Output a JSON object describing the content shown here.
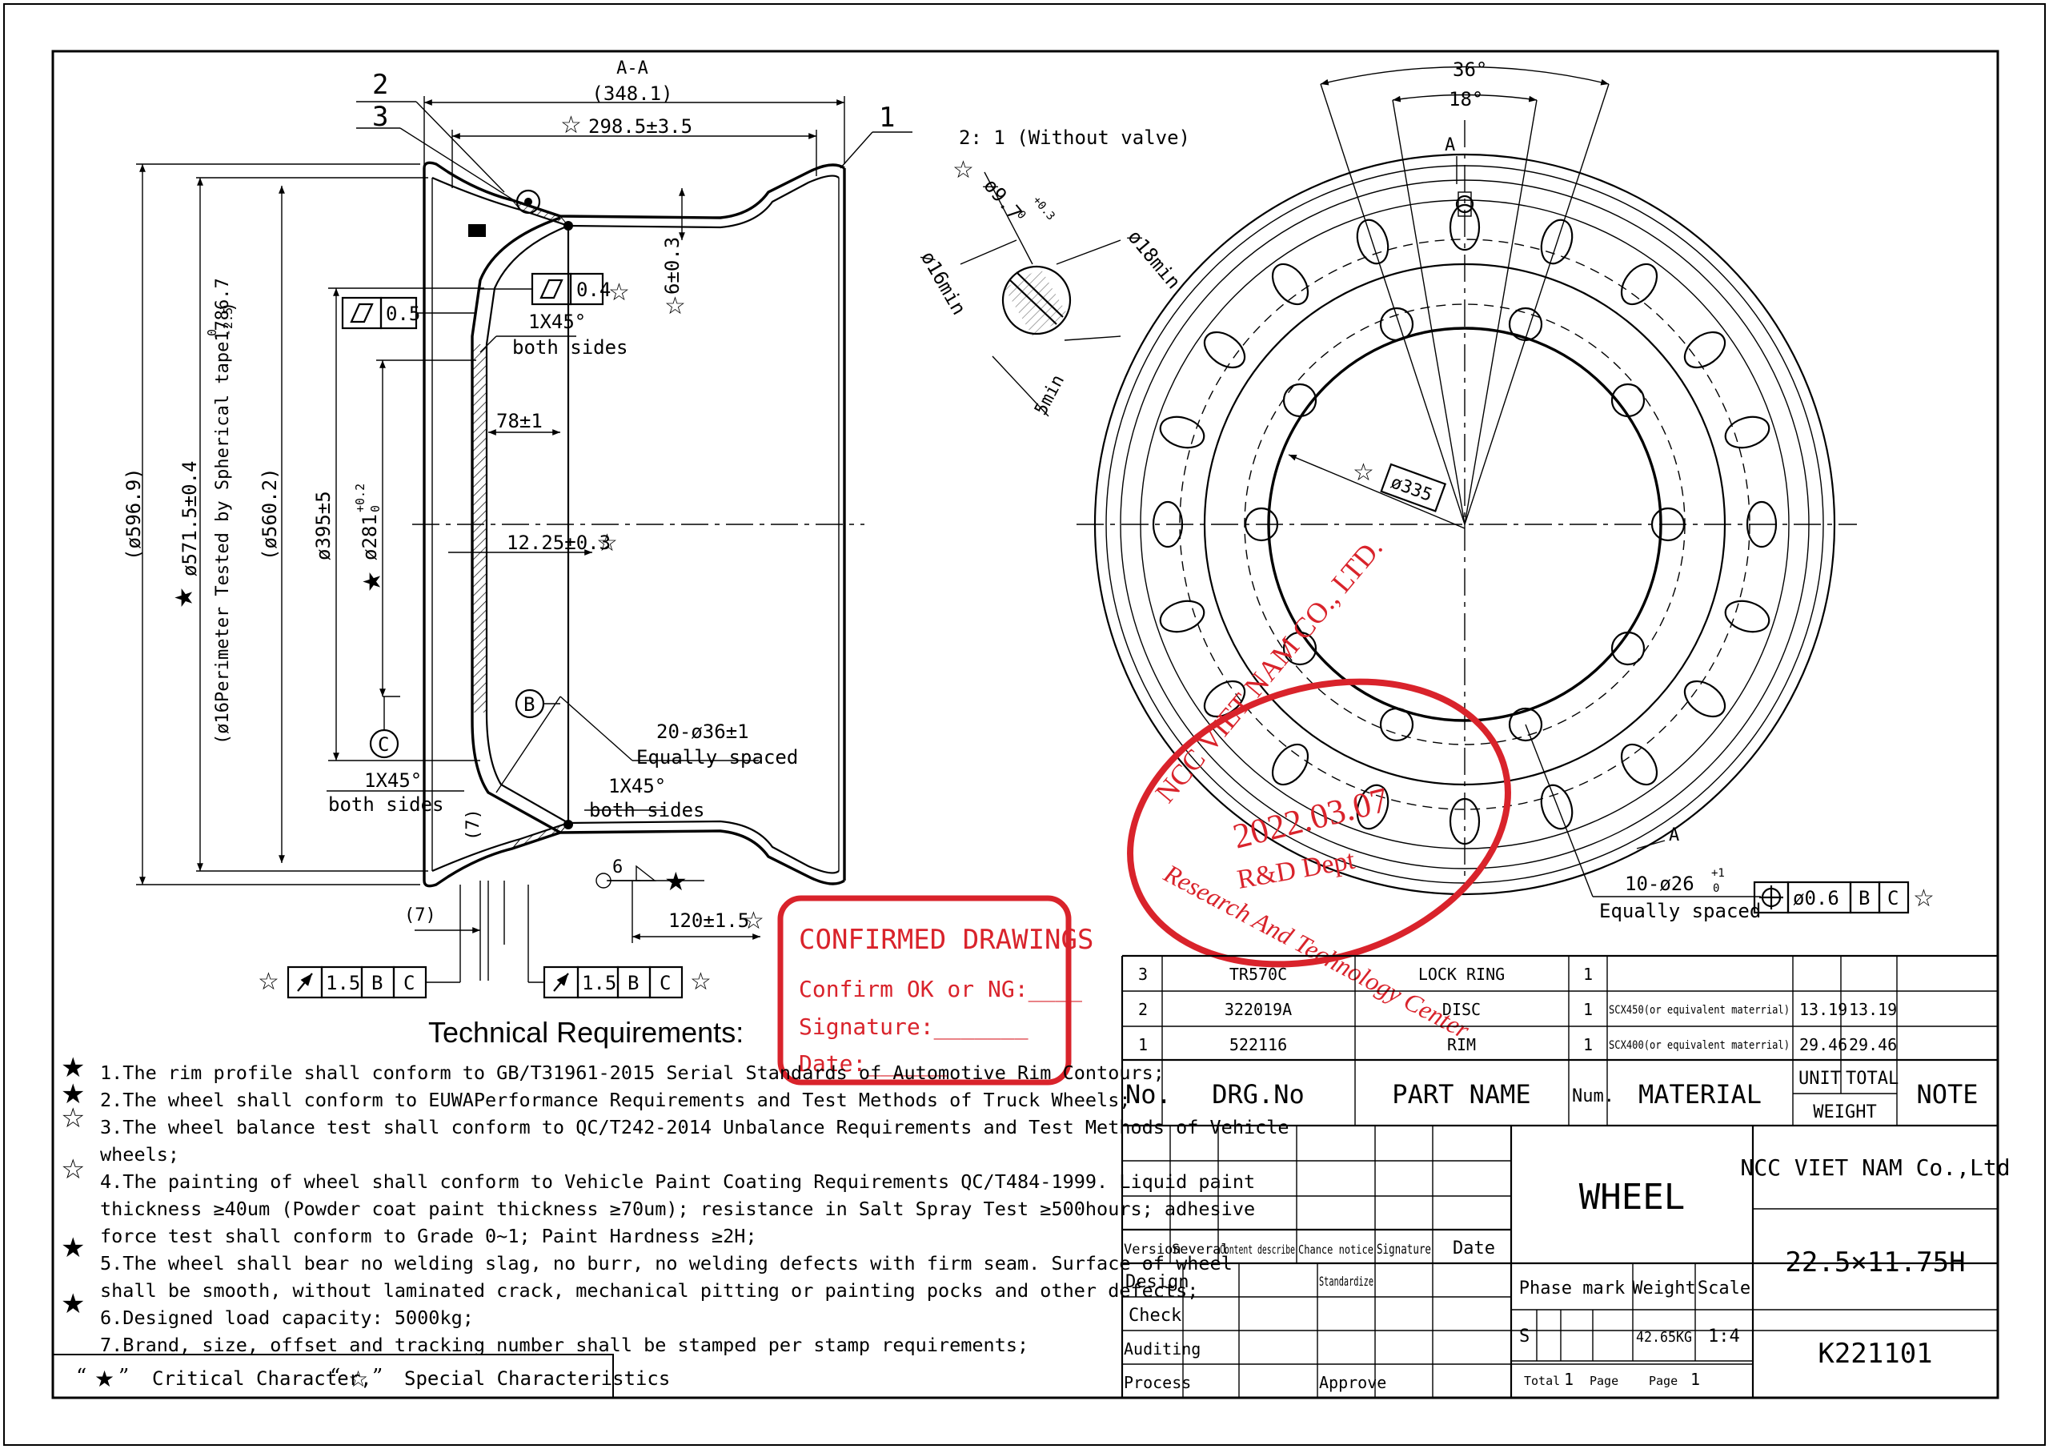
{
  "section_view": {
    "section_label": "A-A",
    "width_overall": "(348.1)",
    "width_inner": "298.5±3.5",
    "callouts": [
      "1",
      "2",
      "3"
    ],
    "dia_outer": "(ø596.9)",
    "dia_perimeter": "ø571.5±0.4",
    "perimeter_note": "(ø16Perimeter Tested by Spherical tape1786.7",
    "perimeter_note_tol": "-2.5",
    "perimeter_note_tol_upper": "0",
    "dia_560": "(ø560.2)",
    "dia_395": "ø395±5",
    "dia_281": "ø281",
    "dia_281_tol": "+0.2",
    "dia_281_tol_lower": "0",
    "dim_78": "78±1",
    "dim_12": "12.25±0.3",
    "dim_6": "6±0.3",
    "flat_04": "0.4",
    "flat_05": "0.5",
    "chamfer_1": "1X45°",
    "chamfer_1_note": "both sides",
    "chamfer_2": "1X45°",
    "chamfer_2_note": "both sides",
    "chamfer_3": "1X45°",
    "chamfer_3_note": "both sides",
    "holes": "20-ø36±1",
    "holes_note": "Equally spaced",
    "datum_b": "B",
    "datum_c": "C",
    "dim_7a": "(7)",
    "dim_7b": "(7)",
    "dim_6b": "6",
    "offset": "120±1.5",
    "runout_left": {
      "value": "1.5",
      "d1": "B",
      "d2": "C"
    },
    "runout_right": {
      "value": "1.5",
      "d1": "B",
      "d2": "C"
    }
  },
  "detail_view": {
    "scale_note": "2: 1 (Without valve)",
    "dia_97": "ø9.7",
    "dia_97_tol_upper": "+0.3",
    "dia_97_tol_lower": "0",
    "dia_16": "ø16min",
    "dia_18": "ø18min",
    "len_5": "5min"
  },
  "face_view": {
    "angle_36": "36°",
    "angle_18": "18°",
    "section_a_top": "A",
    "section_a_bottom": "A",
    "dia_335": "ø335",
    "bolt_holes": "10-ø26",
    "bolt_holes_tol_upper": "+1",
    "bolt_holes_tol_lower": "0",
    "bolt_holes_note": "Equally spaced",
    "position_tol": {
      "value": "ø0.6",
      "d1": "B",
      "d2": "C"
    }
  },
  "stamp_round": {
    "company": "NCC VIET NAM CO., LTD.",
    "date": "2022.03.07",
    "dept": "R&D  Dept",
    "dept_full": "Research And Technology Center",
    "color": "#d9232b"
  },
  "stamp_box": {
    "title": "CONFIRMED DRAWINGS",
    "line1": "Confirm OK or NG:____",
    "line2": "Signature:_______",
    "line3": "Date:______"
  },
  "tech_requirements": {
    "heading": "Technical Requirements:",
    "items": [
      "1.The rim profile shall conform to GB/T31961-2015 Serial Standards of Automotive Rim Contours;",
      "2.The wheel shall conform to EUWAPerformance Requirements and Test Methods of Truck Wheels;",
      "3.The wheel balance test shall conform to QC/T242-2014 Unbalance Requirements and Test Methods of Vehicle",
      "wheels;",
      "4.The painting of wheel shall conform to Vehicle Paint Coating Requirements QC/T484-1999. Liquid paint",
      "thickness ≥40um (Powder coat paint thickness ≥70um); resistance in Salt Spray Test ≥500hours; adhesive",
      "force test shall conform to Grade 0~1; Paint Hardness ≥2H;",
      "5.The wheel shall bear no welding slag, no burr, no welding defects with firm seam. Surface of wheel",
      "shall be smooth, without laminated crack, mechanical pitting or painting pocks and other defects;",
      "6.Designed load capacity: 5000kg;",
      "7.Brand, size, offset and tracking number shall be stamped per stamp requirements;"
    ],
    "legend_critical": "Critical Character,",
    "legend_special": "Special Characteristics"
  },
  "bom": {
    "rows": [
      {
        "no": "3",
        "drg": "TR570C",
        "part": "LOCK RING",
        "num": "1",
        "material": "",
        "unit": "",
        "total": "",
        "note": ""
      },
      {
        "no": "2",
        "drg": "322019A",
        "part": "DISC",
        "num": "1",
        "material": "SCX450(or equivalent materrial)",
        "unit": "13.19",
        "total": "13.19",
        "note": ""
      },
      {
        "no": "1",
        "drg": "522116",
        "part": "RIM",
        "num": "1",
        "material": "SCX400(or equivalent materrial)",
        "unit": "29.46",
        "total": "29.46",
        "note": ""
      }
    ],
    "headers": {
      "no": "No.",
      "drg": "DRG.No",
      "part": "PART NAME",
      "num": "Num.",
      "material": "MATERIAL",
      "unit": "UNIT",
      "total": "TOTAL",
      "weight": "WEIGHT",
      "note": "NOTE"
    }
  },
  "title_block": {
    "rev_headers": [
      "Version",
      "Several",
      "Content describe",
      "Chance notice",
      "Signature",
      "Date"
    ],
    "design": "Design",
    "standardize": "Standardize",
    "check": "Check",
    "auditing": "Auditing",
    "process": "Process",
    "approve": "Approve",
    "title": "WHEEL",
    "company": "NCC VIET NAM Co.,Ltd",
    "size": "22.5×11.75H",
    "drawing_no": "K221101",
    "phase_mark_label": "Phase mark",
    "phase_mark": "S",
    "weight_label": "Weight",
    "weight": "42.65KG",
    "scale_label": "Scale",
    "scale": "1:4",
    "total_label": "Total",
    "total_pages": "1",
    "page_label": "Page",
    "page_label2": "Page",
    "page": "1"
  }
}
